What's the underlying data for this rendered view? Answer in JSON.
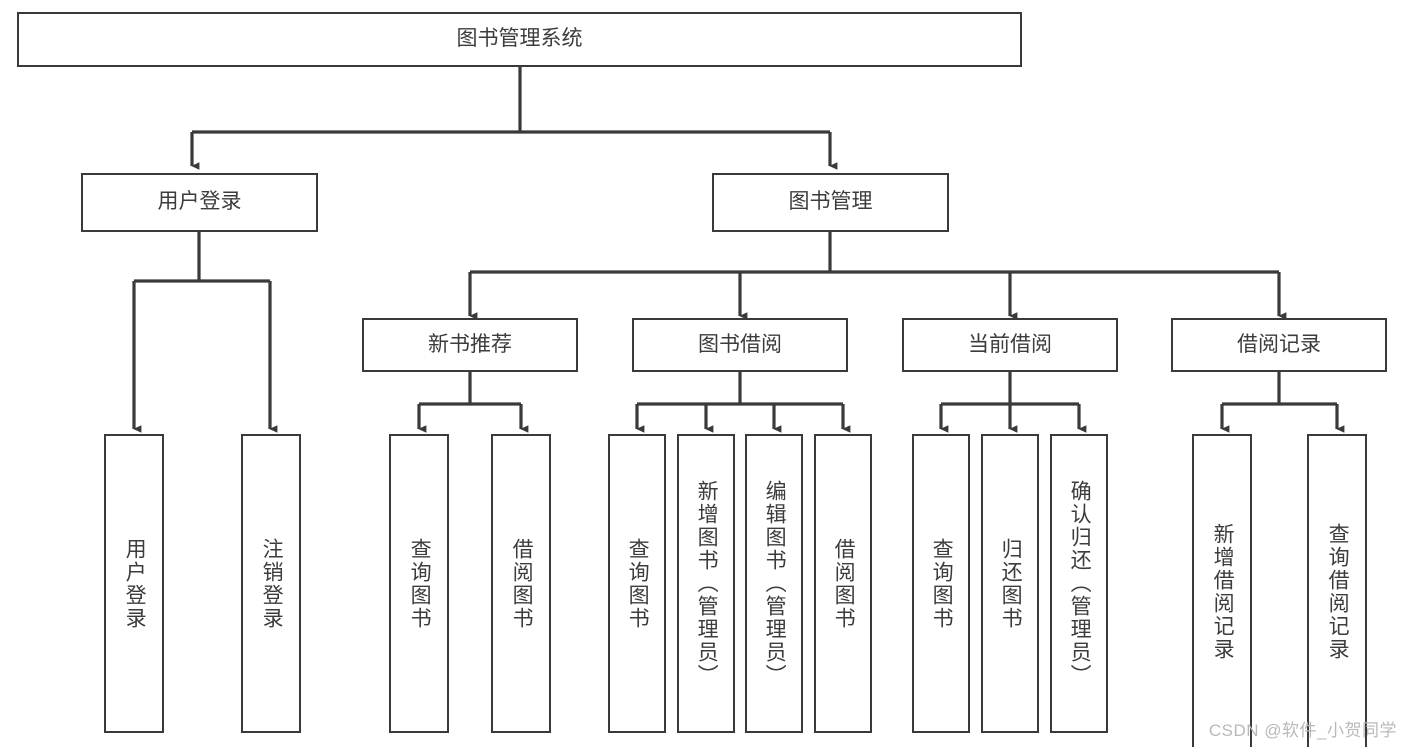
{
  "diagram": {
    "title": "图书管理系统",
    "type": "tree",
    "stroke_color": "#3a3a3a",
    "text_color": "#3c3c3c",
    "background": "#ffffff",
    "root": {
      "id": "root",
      "label": "图书管理系统",
      "orientation": "horizontal"
    },
    "level2": [
      {
        "id": "user-login",
        "label": "用户登录",
        "orientation": "horizontal"
      },
      {
        "id": "book-management",
        "label": "图书管理",
        "orientation": "horizontal"
      }
    ],
    "level3": [
      {
        "id": "new-book-recommend",
        "label": "新书推荐",
        "orientation": "horizontal",
        "parent": "book-management"
      },
      {
        "id": "book-borrow",
        "label": "图书借阅",
        "orientation": "horizontal",
        "parent": "book-management"
      },
      {
        "id": "current-borrow",
        "label": "当前借阅",
        "orientation": "horizontal",
        "parent": "book-management"
      },
      {
        "id": "borrow-record",
        "label": "借阅记录",
        "orientation": "horizontal",
        "parent": "book-management"
      }
    ],
    "leaves": [
      {
        "id": "leaf-user-login",
        "label": "用户登录",
        "parent": "user-login",
        "orientation": "vertical"
      },
      {
        "id": "leaf-logout",
        "label": "注销登录",
        "parent": "user-login",
        "orientation": "vertical"
      },
      {
        "id": "leaf-query-book-1",
        "label": "查询图书",
        "parent": "new-book-recommend",
        "orientation": "vertical"
      },
      {
        "id": "leaf-borrow-book-1",
        "label": "借阅图书",
        "parent": "new-book-recommend",
        "orientation": "vertical"
      },
      {
        "id": "leaf-query-book-2",
        "label": "查询图书",
        "parent": "book-borrow",
        "orientation": "vertical"
      },
      {
        "id": "leaf-add-book",
        "label": "新增图书（管理员）",
        "parent": "book-borrow",
        "orientation": "vertical"
      },
      {
        "id": "leaf-edit-book",
        "label": "编辑图书（管理员）",
        "parent": "book-borrow",
        "orientation": "vertical"
      },
      {
        "id": "leaf-borrow-book-2",
        "label": "借阅图书",
        "parent": "book-borrow",
        "orientation": "vertical"
      },
      {
        "id": "leaf-query-book-3",
        "label": "查询图书",
        "parent": "current-borrow",
        "orientation": "vertical"
      },
      {
        "id": "leaf-return-book",
        "label": "归还图书",
        "parent": "current-borrow",
        "orientation": "vertical"
      },
      {
        "id": "leaf-confirm-return",
        "label": "确认归还（管理员）",
        "parent": "current-borrow",
        "orientation": "vertical"
      },
      {
        "id": "leaf-add-record",
        "label": "新增借阅记录",
        "parent": "borrow-record",
        "orientation": "vertical"
      },
      {
        "id": "leaf-query-record",
        "label": "查询借阅记录",
        "parent": "borrow-record",
        "orientation": "vertical"
      }
    ]
  },
  "watermark": {
    "text": "CSDN @软件_小贺同学"
  }
}
